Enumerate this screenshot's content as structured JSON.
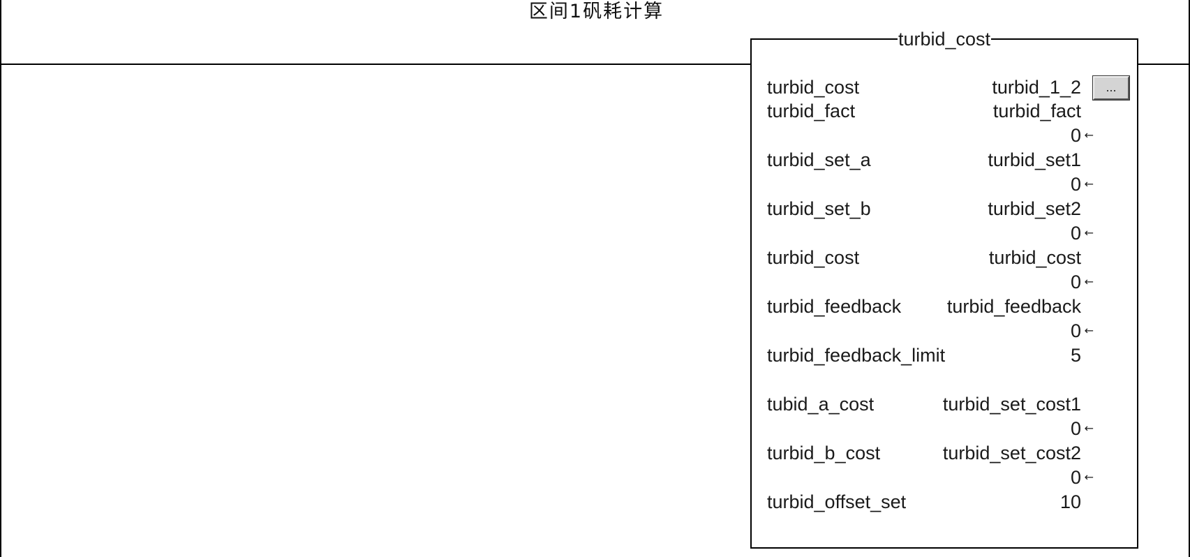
{
  "rung": {
    "comment": "区间1矾耗计算"
  },
  "block": {
    "name": "turbid_cost",
    "config_button_label": "...",
    "arrow_glyph": "←",
    "params": [
      {
        "label": "turbid_cost",
        "tag": "turbid_1_2"
      },
      {
        "label": "turbid_fact",
        "tag": "turbid_fact",
        "value": "0"
      },
      {
        "label": "turbid_set_a",
        "tag": "turbid_set1",
        "value": "0"
      },
      {
        "label": "turbid_set_b",
        "tag": "turbid_set2",
        "value": "0"
      },
      {
        "label": "turbid_cost",
        "tag": "turbid_cost",
        "value": "0"
      },
      {
        "label": "turbid_feedback",
        "tag": "turbid_feedback",
        "value": "0"
      },
      {
        "label": "turbid_feedback_limit",
        "constant": "5"
      },
      {
        "label": "tubid_a_cost",
        "tag": "turbid_set_cost1",
        "value": "0"
      },
      {
        "label": "turbid_b_cost",
        "tag": "turbid_set_cost2",
        "value": "0"
      },
      {
        "label": "turbid_offset_set",
        "constant": "10"
      }
    ]
  }
}
